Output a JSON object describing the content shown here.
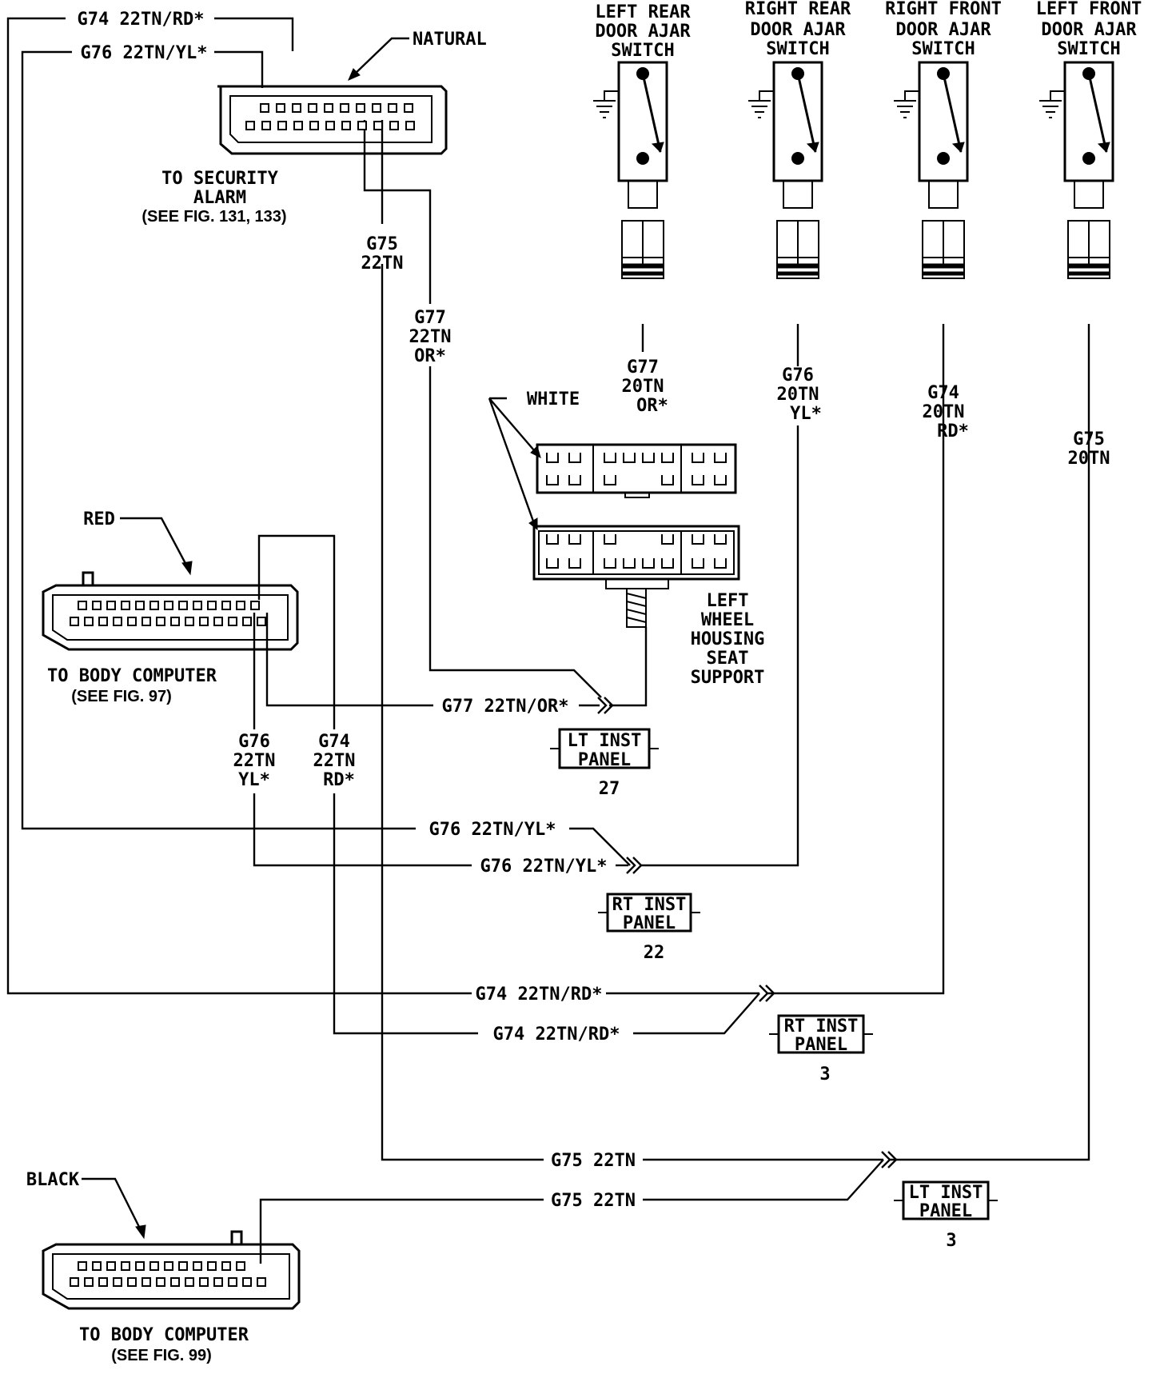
{
  "connectors": {
    "security": {
      "natural_label": "NATURAL",
      "title_line1": "TO SECURITY",
      "title_line2": "ALARM",
      "ref": "(SEE FIG. 131, 133)"
    },
    "red": {
      "label": "RED",
      "title": "TO BODY COMPUTER",
      "ref": "(SEE FIG. 97)"
    },
    "black": {
      "label": "BLACK",
      "title": "TO BODY COMPUTER",
      "ref": "(SEE FIG. 99)"
    },
    "ground": {
      "white_label": "WHITE",
      "location": [
        "LEFT",
        "WHEEL",
        "HOUSING",
        "SEAT",
        "SUPPORT"
      ]
    }
  },
  "switches": [
    {
      "lines": [
        "LEFT REAR",
        "DOOR AJAR",
        "SWITCH"
      ],
      "wire": [
        "G77",
        "20TN",
        "OR*"
      ]
    },
    {
      "lines": [
        "RIGHT REAR",
        "DOOR AJAR",
        "SWITCH"
      ],
      "wire": [
        "G76",
        "20TN",
        "YL*"
      ]
    },
    {
      "lines": [
        "RIGHT FRONT",
        "DOOR AJAR",
        "SWITCH"
      ],
      "wire": [
        "G74",
        "20TN",
        "RD*"
      ]
    },
    {
      "lines": [
        "LEFT FRONT",
        "DOOR AJAR",
        "SWITCH"
      ],
      "wire": [
        "G75",
        "20TN"
      ]
    }
  ],
  "wires": {
    "top_g74": "G74 22TN/RD*",
    "top_g76": "G76 22TN/YL*",
    "v_g75": [
      "G75",
      "22TN"
    ],
    "v_g77": [
      "G77",
      "22TN",
      "OR*"
    ],
    "v_g76": [
      "G76",
      "22TN",
      "YL*"
    ],
    "v_g74": [
      "G74",
      "22TN",
      "RD*"
    ],
    "h_g77": "G77 22TN/OR*",
    "h_g76a": "G76 22TN/YL*",
    "h_g76b": "G76 22TN/YL*",
    "h_g74a": "G74 22TN/RD*",
    "h_g74b": "G74 22TN/RD*",
    "h_g75a": "G75 22TN",
    "h_g75b": "G75 22TN"
  },
  "splices": [
    {
      "line1": "LT INST",
      "line2": "PANEL",
      "number": "27"
    },
    {
      "line1": "RT INST",
      "line2": "PANEL",
      "number": "22"
    },
    {
      "line1": "RT INST",
      "line2": "PANEL",
      "number": "3"
    },
    {
      "line1": "LT INST",
      "line2": "PANEL",
      "number": "3"
    }
  ]
}
